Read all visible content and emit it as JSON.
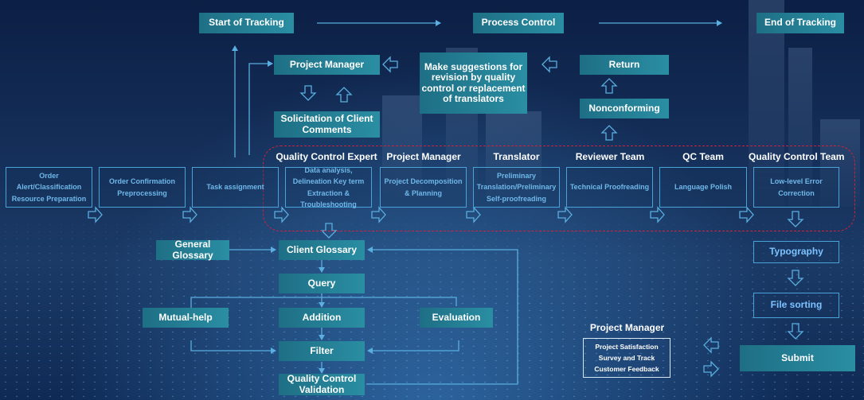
{
  "nodes": {
    "start_tracking": "Start of Tracking",
    "process_control": "Process Control",
    "end_tracking": "End of Tracking",
    "project_manager_top": "Project Manager",
    "suggestions": "Make suggestions for revision by quality control or replacement of translators",
    "return": "Return",
    "nonconforming": "Nonconforming",
    "solicitation": "Solicitation of Client Comments",
    "general_glossary": "General Glossary",
    "client_glossary": "Client Glossary",
    "query": "Query",
    "mutual_help": "Mutual-help",
    "addition": "Addition",
    "evaluation": "Evaluation",
    "filter": "Filter",
    "qc_validation": "Quality Control Validation",
    "typography": "Typography",
    "file_sorting": "File sorting",
    "submit": "Submit",
    "project_manager_bottom": "Project Manager",
    "survey": "Project Satisfaction Survey and Track Customer Feedback"
  },
  "roles": [
    "Quality Control Expert",
    "Project Manager",
    "Translator",
    "Reviewer Team",
    "QC Team",
    "Quality Control Team"
  ],
  "steps": [
    "Order Alert/Classification Resource Preparation",
    "Order Confirmation Preprocessing",
    "Task assignment",
    "Data analysis, Delineation Key term Extraction & Troubleshooting",
    "Project Decomposition & Planning",
    "Preliminary Translation/Preliminary Self-proofreading",
    "Technical Proofreading",
    "Language Polish",
    "Low-level Error Correction"
  ]
}
